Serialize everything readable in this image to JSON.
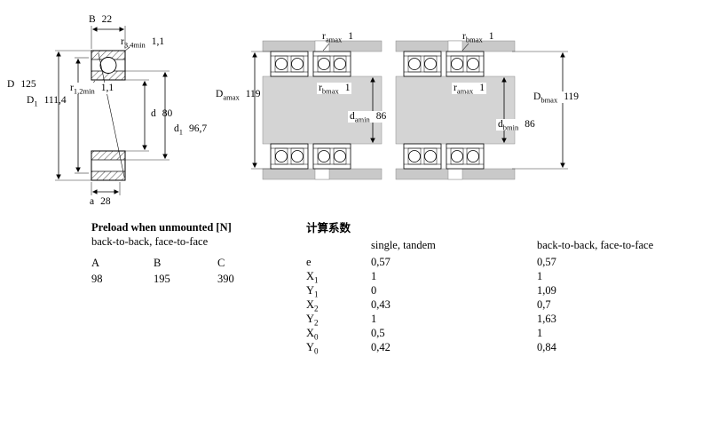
{
  "section": {
    "dims": {
      "B": {
        "sym": "B",
        "val": "22"
      },
      "r34": {
        "sym": "r",
        "sub": "3,4min",
        "val": "1,1"
      },
      "D": {
        "sym": "D",
        "val": "125"
      },
      "D1": {
        "sym": "D",
        "sub": "1",
        "val": "111,4"
      },
      "r12": {
        "sym": "r",
        "sub": "1,2min",
        "val": "1,1"
      },
      "d": {
        "sym": "d",
        "val": "80"
      },
      "d1": {
        "sym": "d",
        "sub": "1",
        "val": "96,7"
      },
      "a": {
        "sym": "a",
        "val": "28"
      }
    }
  },
  "arrangementA": {
    "ra_top": {
      "sym": "r",
      "sub": "amax",
      "val": "1"
    },
    "Da": {
      "sym": "D",
      "sub": "amax",
      "val": "119"
    },
    "rb_mid": {
      "sym": "r",
      "sub": "bmax",
      "val": "1"
    },
    "da": {
      "sym": "d",
      "sub": "amin",
      "val": "86"
    }
  },
  "arrangementB": {
    "rb_top": {
      "sym": "r",
      "sub": "bmax",
      "val": "1"
    },
    "ra_mid": {
      "sym": "r",
      "sub": "amax",
      "val": "1"
    },
    "db": {
      "sym": "d",
      "sub": "bmin",
      "val": "86"
    },
    "Db": {
      "sym": "D",
      "sub": "bmax",
      "val": "119"
    }
  },
  "preload": {
    "title": "Preload when unmounted [N]",
    "subtitle": "back-to-back, face-to-face",
    "headers": [
      "A",
      "B",
      "C"
    ],
    "values": [
      "98",
      "195",
      "390"
    ]
  },
  "factors": {
    "title": "计算系数",
    "col1": "single, tandem",
    "col2": "back-to-back, face-to-face",
    "rows": [
      {
        "sym": "e",
        "sub": "",
        "v1": "0,57",
        "v2": "0,57"
      },
      {
        "sym": "X",
        "sub": "1",
        "v1": "1",
        "v2": "1"
      },
      {
        "sym": "Y",
        "sub": "1",
        "v1": "0",
        "v2": "1,09"
      },
      {
        "sym": "X",
        "sub": "2",
        "v1": "0,43",
        "v2": "0,7"
      },
      {
        "sym": "Y",
        "sub": "2",
        "v1": "1",
        "v2": "1,63"
      },
      {
        "sym": "X",
        "sub": "0",
        "v1": "0,5",
        "v2": "1"
      },
      {
        "sym": "Y",
        "sub": "0",
        "v1": "0,42",
        "v2": "0,84"
      }
    ]
  }
}
